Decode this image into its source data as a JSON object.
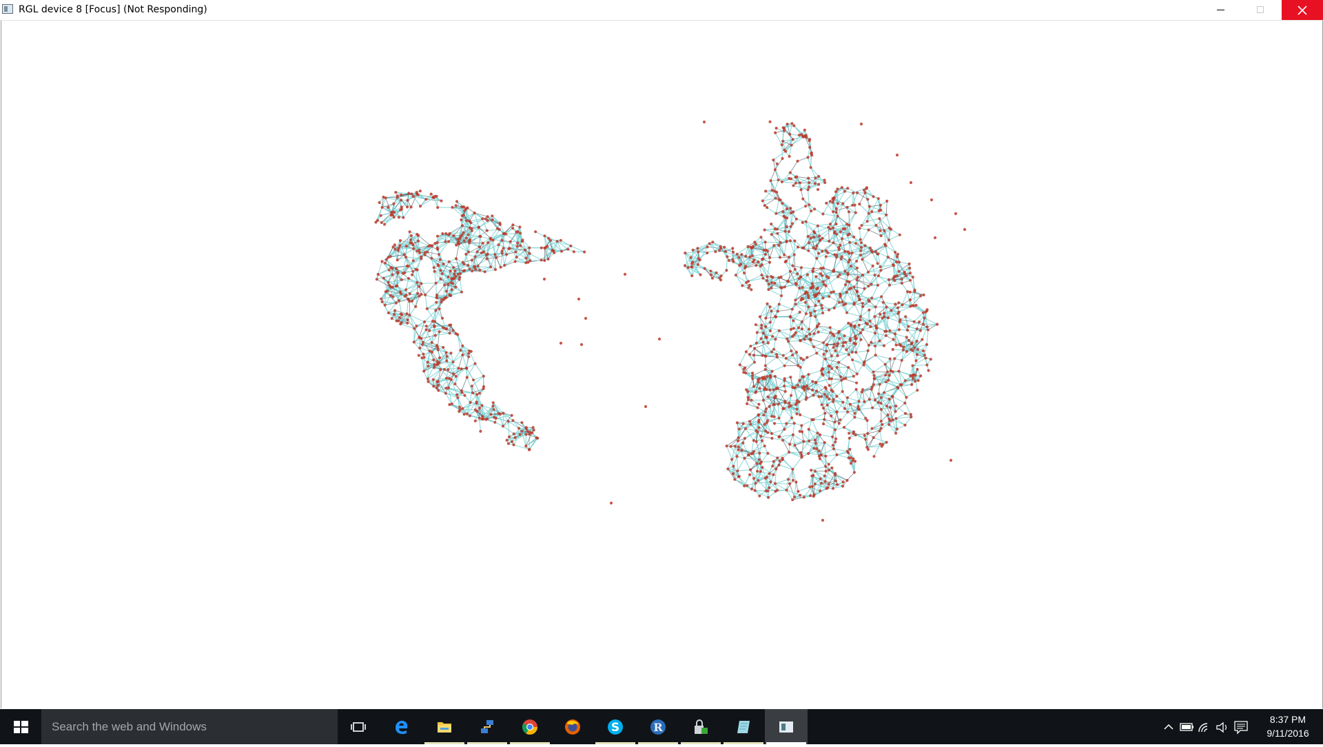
{
  "window": {
    "title": "RGL device 8 [Focus] (Not Responding)",
    "controls": {
      "minimize_icon": "minimize-icon",
      "maximize_icon": "maximize-icon",
      "close_icon": "close-icon"
    },
    "close_color": "#e81123"
  },
  "scene": {
    "point_color": "#c0392b",
    "edge_color": "#7fd3d6",
    "edge_dark_color": "#3c4f55"
  },
  "taskbar": {
    "search_placeholder": "Search the web and Windows",
    "pinned": [
      {
        "name": "task-view-icon"
      },
      {
        "name": "edge-icon"
      },
      {
        "name": "file-explorer-icon"
      },
      {
        "name": "network-app-icon"
      },
      {
        "name": "chrome-icon"
      },
      {
        "name": "firefox-icon"
      },
      {
        "name": "skype-icon"
      },
      {
        "name": "r-icon"
      },
      {
        "name": "security-app-icon"
      },
      {
        "name": "notes-app-icon"
      },
      {
        "name": "rgl-window-icon"
      }
    ],
    "clock": {
      "time": "8:37 PM",
      "date": "9/11/2016"
    },
    "tray_icons": [
      "chevron-up-icon",
      "battery-icon",
      "wifi-icon",
      "volume-icon",
      "action-center-icon"
    ]
  }
}
